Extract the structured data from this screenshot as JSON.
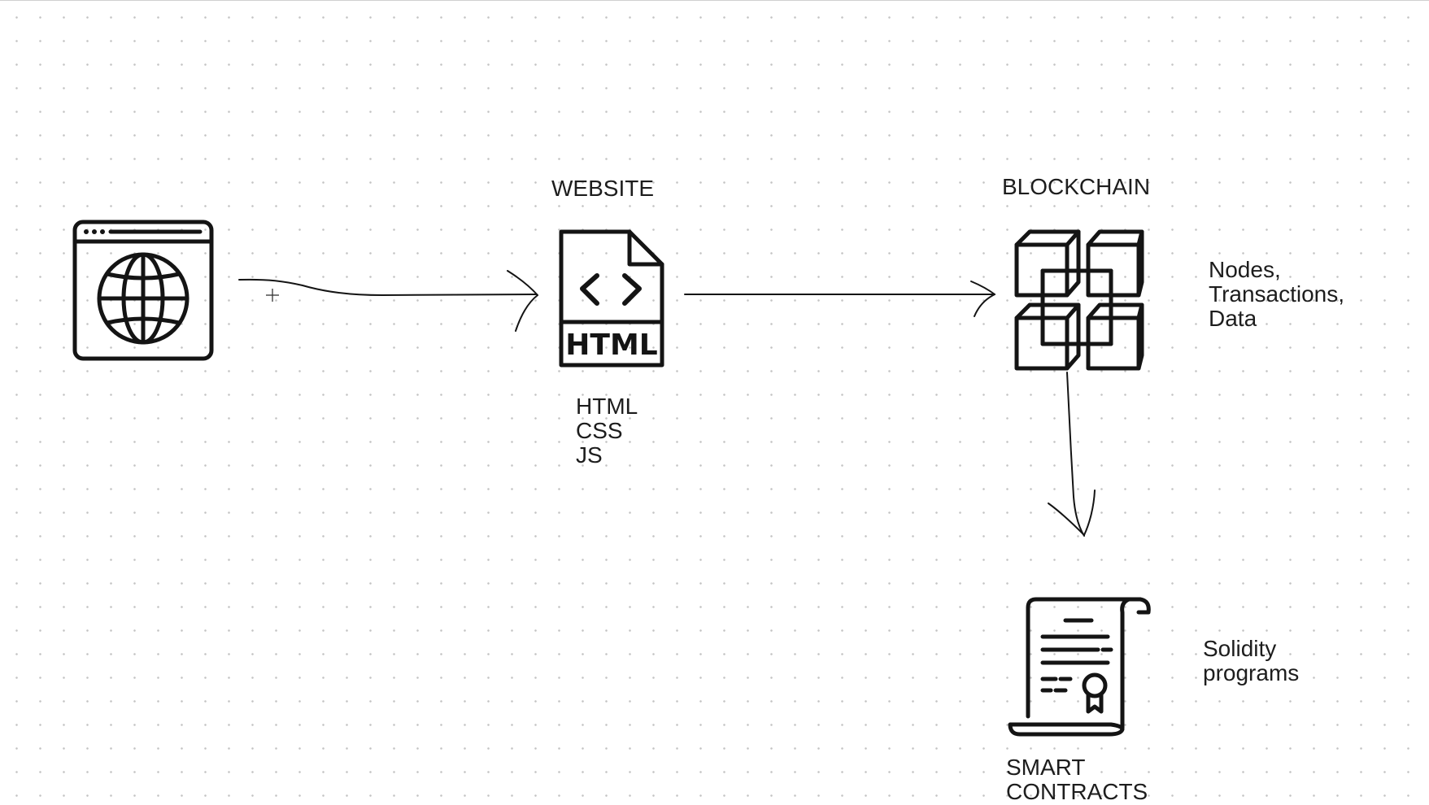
{
  "nodes": {
    "browser": {
      "icon": "browser-globe-icon"
    },
    "website": {
      "title": "WEBSITE",
      "icon": "html-file-icon",
      "icon_text": "HTML",
      "notes": [
        "HTML",
        "CSS",
        "JS"
      ]
    },
    "blockchain": {
      "title": "BLOCKCHAIN",
      "icon": "blockchain-cubes-icon",
      "notes": [
        "Nodes,",
        "Transactions,",
        "Data"
      ]
    },
    "smart_contracts": {
      "title_lines": [
        "SMART",
        "CONTRACTS"
      ],
      "icon": "contract-scroll-icon",
      "notes": [
        "Solidity",
        "programs"
      ]
    }
  },
  "connections": [
    {
      "from": "browser",
      "to": "website"
    },
    {
      "from": "website",
      "to": "blockchain"
    },
    {
      "from": "blockchain",
      "to": "smart_contracts"
    }
  ],
  "colors": {
    "stroke": "#141414",
    "text": "#1d1d1d",
    "background": "#ffffff",
    "grid_dot": "#c4c4c4"
  }
}
